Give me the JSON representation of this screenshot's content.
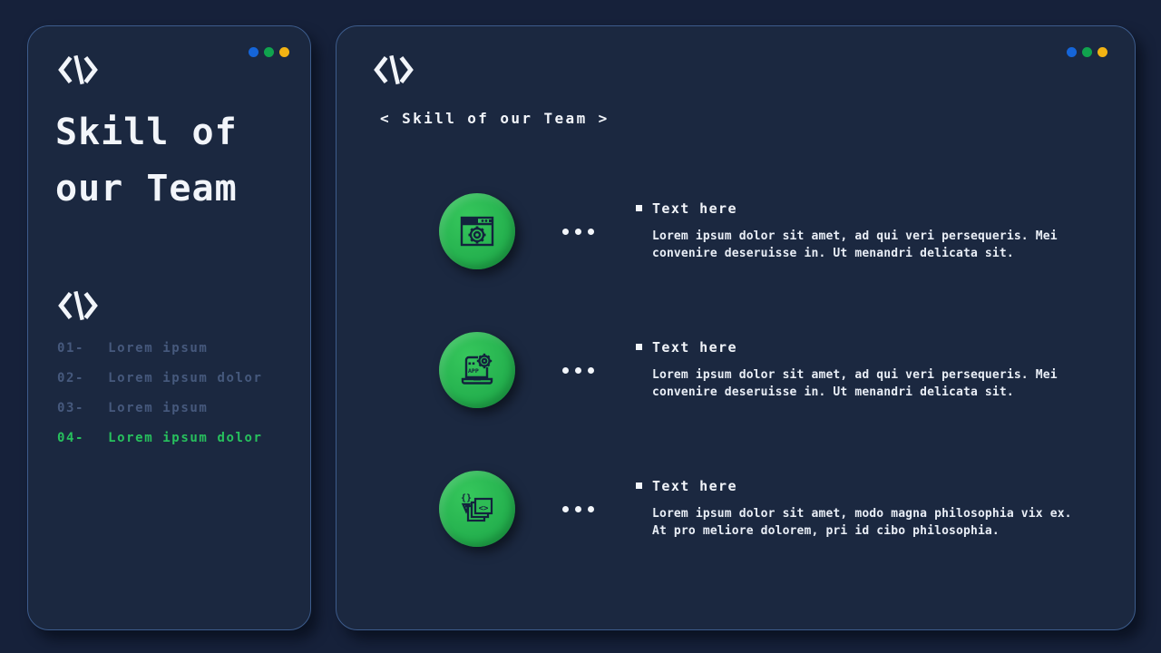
{
  "colors": {
    "bg": "#16213a",
    "card_bg": "#1b2840",
    "card_border": "#3d5c8c",
    "text_white": "#f2f5fa",
    "text_muted": "#46597d",
    "accent_green": "#27c15d",
    "circle_light": "#36c75c",
    "circle_dark": "#1ea849",
    "icon_stroke": "#13233d",
    "dot_blue": "#1565d8",
    "dot_green": "#10a34e",
    "dot_yellow": "#f2b313"
  },
  "left_panel": {
    "logo_icon": "code-brackets",
    "logo_glyph": "<\\>",
    "title_line1": "Skill of",
    "title_line2": "our Team",
    "menu": [
      {
        "num": "01-",
        "label": "Lorem ipsum",
        "active": false
      },
      {
        "num": "02-",
        "label": "Lorem ipsum dolor",
        "active": false
      },
      {
        "num": "03-",
        "label": "Lorem ipsum",
        "active": false
      },
      {
        "num": "04-",
        "label": "Lorem ipsum dolor",
        "active": true
      }
    ]
  },
  "right_panel": {
    "logo_icon": "code-brackets",
    "logo_glyph": "<\\>",
    "heading": "< Skill of our Team >",
    "rows": [
      {
        "icon": "web-settings-icon",
        "icon_glyphs": "",
        "title": "Text here",
        "body_line1": "Lorem ipsum dolor sit amet, ad qui veri persequeris. Mei",
        "body_line2": "convenire deseruisse in. Ut menandri delicata sit."
      },
      {
        "icon": "app-development-icon",
        "icon_glyphs": "APP",
        "title": "Text here",
        "body_line1": "Lorem ipsum dolor sit amet, ad qui veri persequeris. Mei",
        "body_line2": "convenire deseruisse in. Ut menandri delicata sit."
      },
      {
        "icon": "code-design-stack-icon",
        "icon_glyphs": "{} <>",
        "title": "Text here",
        "body_line1": "Lorem ipsum dolor sit amet, modo magna philosophia vix ex.",
        "body_line2": "At pro meliore dolorem, pri id cibo philosophia."
      }
    ]
  }
}
